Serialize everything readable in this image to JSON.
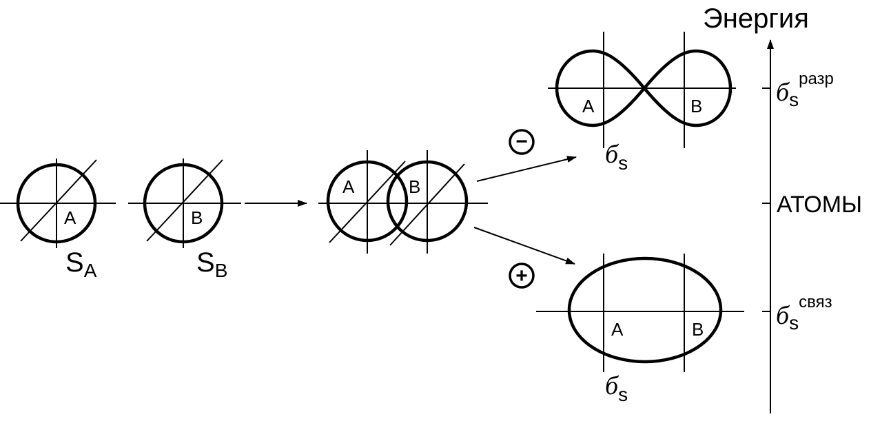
{
  "axis": {
    "title": "Энергия",
    "levels": {
      "antibonding": {
        "symbol": "б",
        "subscript": "s",
        "superscript": "разр"
      },
      "atoms": "АТОМЫ",
      "bonding": {
        "symbol": "б",
        "subscript": "s",
        "superscript": "связ"
      }
    }
  },
  "atomic_orbitals": [
    {
      "nucleus_label": "A",
      "name": "S",
      "subscript": "A"
    },
    {
      "nucleus_label": "B",
      "name": "S",
      "subscript": "B"
    }
  ],
  "overlap": {
    "labels": [
      "A",
      "B"
    ]
  },
  "antibonding_orbital": {
    "sign": "−",
    "nucleus_labels": [
      "A",
      "B"
    ],
    "symbol": "б",
    "subscript": "s"
  },
  "bonding_orbital": {
    "sign": "+",
    "nucleus_labels": [
      "A",
      "B"
    ],
    "symbol": "б",
    "subscript": "s"
  },
  "colors": {
    "ink": "#000000",
    "background": "#ffffff"
  }
}
